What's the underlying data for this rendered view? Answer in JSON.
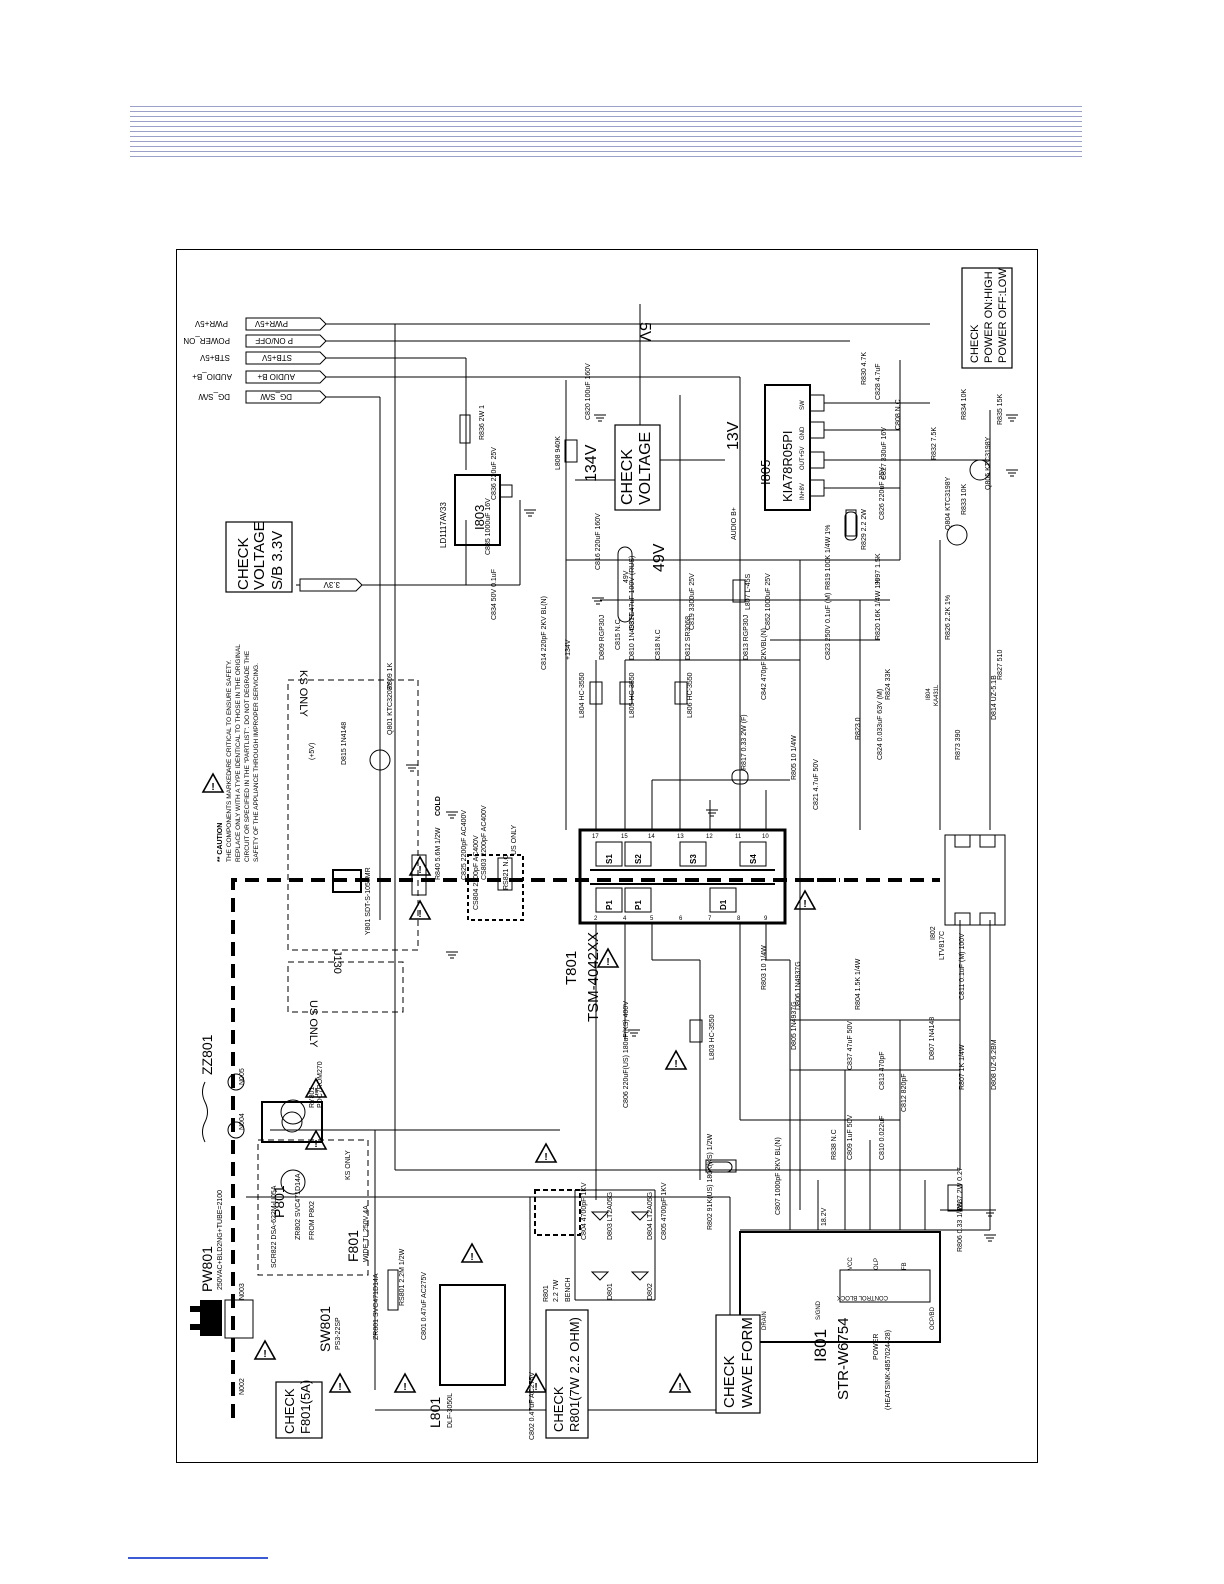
{
  "caution": {
    "title": "** CAUTION",
    "lines": [
      "THE COMPONENTS MARKED",
      "ARE CRITICAL TO ENSURE SAFETY.",
      "REPLACE ONLY WITH A TYPE IDENTICAL TO THOSE IN THE ORIGINAL",
      "CIRCUIT OR SPECIFIED IN THE \"PARTLIST\". DO NOT DEGRADE THE",
      "SAFETY OF THE APPLIANCE THROUGH IMPROPER SERVICING."
    ]
  },
  "checks": {
    "sb33": [
      "CHECK",
      "VOLTAGE",
      "S/B 3.3V"
    ],
    "voltage": [
      "CHECK",
      "VOLTAGE"
    ],
    "power": [
      "CHECK",
      "POWER ON:HIGH",
      "POWER OFF:LOW"
    ],
    "fuse": [
      "CHECK",
      "F801(5A)"
    ],
    "r801": [
      "CHECK",
      "R801(7W 2.2 OHM)"
    ],
    "wave": [
      "CHECK",
      "WAVE FORM"
    ]
  },
  "connectors": {
    "pwr5v": "PWR+5V",
    "power_on": "P ON/OFF",
    "power_on_out": "POWER_ON",
    "stb5v": "STB+5V",
    "audio_b": "AUDIO B+",
    "audio_b_out": "AUDIO_B+",
    "dg_sw": "DG_S/W",
    "dg_sw_out": "DG_S/W",
    "v33": "3.3V"
  },
  "voltages": {
    "v5": "5V",
    "v134": "134V",
    "v13": "13V",
    "v49": "49V",
    "v49b": "49V",
    "v134b": "+134V",
    "audio": "AUDIO B+"
  },
  "ics": {
    "i805": "I805",
    "i805_part": "KIA78R05PI",
    "i805_pins": [
      "IN+8V",
      "OUT+5V",
      "GND",
      "SW"
    ],
    "i803": "I803",
    "i803_part": "LD1117AV33",
    "i801": "I801",
    "i801_part": "STR-W6754",
    "i801_power": "POWER",
    "i801_heatsink": "(HEATSINK:4857024428)",
    "i801_block": "CONTROL BLOCK",
    "i801_pins": [
      "DRAIN",
      "S/GND",
      "VCC",
      "OLP",
      "FB",
      "OCP/BD"
    ],
    "i802": "I802",
    "i802_part": "LTV817C",
    "i804": "I804",
    "i804_part": "KA431L",
    "t801": "T801",
    "t801_part": "TSM-4042XX",
    "t801_windings": [
      "S1",
      "S2",
      "S3",
      "S4",
      "P1",
      "P1",
      "D1"
    ],
    "t801_top_pins": [
      "17",
      "15",
      "14",
      "13",
      "12",
      "11",
      "10"
    ],
    "t801_bot_pins": [
      "2",
      "4",
      "5",
      "6",
      "7",
      "8",
      "9"
    ]
  },
  "parts": {
    "pw801": "PW801",
    "pw801_spec": "250VAC+BLD2NG+TUBE=2100",
    "zz801": "ZZ801",
    "sw801": "SW801",
    "sw801_part": "PS3-22SP",
    "p801": "P801",
    "p801_note": "KS ONLY",
    "f801": "F801",
    "f801_spec": "WIDE TL 250V 4A",
    "l801": "L801",
    "l801_part": "DLF-3050L",
    "ry801": "RY801",
    "ry801_part": "PDC7ROM270",
    "j130": "J130",
    "us_only": "US ONLY",
    "ks_only": "KS ONLY",
    "cold": "COLD",
    "us_only2": "US ONLY",
    "r801": "R801",
    "r801_spec": "2.2 7W",
    "r801_bench": "BENCH",
    "c802": "C802 0.47uF AC275V",
    "c806": "C806 220uF(US) 180uF(KS) 400V",
    "d801": "D801",
    "d802": "D802",
    "d803": "D803 LT2A05G",
    "d804": "D804 LT2A05G",
    "c804": "C804 4700pF 1KV",
    "c805": "C805 4700pF 1KV",
    "r802": "R802 91K(US) 180K(KS) 1/2W",
    "c807": "C807 1000pF 2KV BL(N)",
    "r806": "R806 0.33 1/4W",
    "r837": "R837 2W 0.27",
    "r838": "R838 N.C",
    "c809": "C809 1uF 50V",
    "c810": "C810 0.022uF",
    "c812": "C812 820pF",
    "r807": "R807 1K 1/4W",
    "d808": "D808 UZ-6.2BM",
    "c811": "C811 0.1uF (M) 100V",
    "d807": "D807 1N4148",
    "c813": "C813 470pF",
    "c837": "C837 47uF 50V",
    "d805": "D805 1N4937G",
    "d806": "D806 1N4937G",
    "r804": "R804 1.5K 1/4W",
    "r803": "R803 10 1/4W",
    "l803": "L803 HC-3550",
    "l804": "L804 HC-3550",
    "l805": "L805 HC-3550",
    "l806": "L806 HC-3550",
    "l807": "L807 L-45S",
    "l808": "L808 940K",
    "d809": "D809 RGP30J",
    "d810": "D810 1N4937G",
    "d812": "D812 SR3068",
    "d813": "D813 RGP30J",
    "c814": "C814 220pF 2KV BL(N)",
    "c815": "C815 N.C",
    "c816": "C816 220uF 160V",
    "c817": "C817 47uF 100V (RUS)",
    "c818": "C818 N.C",
    "c819": "C819 3300uF 25V",
    "c820": "C820 100uF 160V",
    "c821": "C821 4.7uF 50V",
    "c842": "C842 470pF 2KVBL(N)",
    "c852": "C852 1000uF 25V",
    "r805": "R805 10 1/4W",
    "r817": "R817 0.33 2W (F)",
    "r823": "R823 0",
    "c823": "C823 250V 0.1uF (M)",
    "r819": "R819 100K 1/4W 1%",
    "r820": "R820 16K 1/4W 1%",
    "r824": "R824 33K",
    "r826": "R826 2.2K 1%",
    "r827": "R827 510",
    "r873": "R873 390",
    "d814": "D814 UZ-5.1B",
    "c824": "C824 0.033uF 63V (M)",
    "j097": "J097 1.5K",
    "r829": "R829 2.2 2W",
    "c826": "C826 220uF 25V",
    "c827": "C827 330uF 16V",
    "c808": "C808 N.C",
    "c828": "C828 4.7uF",
    "r830": "R830 4.7K",
    "r832": "R832 7.5K",
    "r833": "R833 10K",
    "r834": "R834 10K",
    "r835": "R835 15K",
    "q804": "Q804 KTC3198Y",
    "q805": "Q805 KTC3198Y",
    "r836": "R836 2W 1",
    "c836": "C836 220uF 25V",
    "c835": "C835 1000uF 16V",
    "c834": "C834 50V 0.1uF",
    "d815": "D815 1N4148",
    "q801": "Q801 KTC3203Y",
    "r809": "R809 1K",
    "plus5v": "(+5V)",
    "y801": "Y801 SDT-S-105LMR",
    "r840": "R840 5.6M 1/2W",
    "c825": "C825 2200pF AC400V",
    "cs803": "CS803 2200pF AC400V",
    "cs804": "CS804 2200pF AC400V",
    "rs821": "RS821 N.C",
    "zr801": "ZR801 SVC471D14A",
    "zr802": "ZR802 SVC471D14A",
    "from_p802": "FROM P802",
    "scr822": "SCR822 DSA-622M-U05A",
    "rs801": "RS801 2.2M 1/2W",
    "c801": "C801 0.47uF AC275V",
    "n002": "N002",
    "n003": "N003",
    "n004": "N004",
    "n005": "N005",
    "v182": "18.2V"
  }
}
